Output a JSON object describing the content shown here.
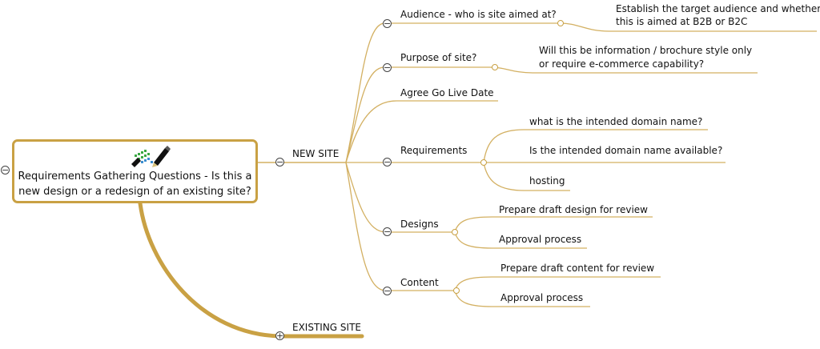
{
  "root": {
    "title_line1": "Requirements Gathering Questions - Is this a",
    "title_line2": "new design or a redesign of an existing site?",
    "icon": "checklist-pen-icon"
  },
  "branches": {
    "new_site": "NEW SITE",
    "existing_site": "EXISTING SITE"
  },
  "topics": {
    "audience": "Audience - who is site aimed at?",
    "audience_note_1": "Establish the target audience and whether",
    "audience_note_2": "this is aimed at B2B or B2C",
    "purpose": "Purpose of site?",
    "purpose_note_1": "Will this be information / brochure style only",
    "purpose_note_2": "or require e-commerce capability?",
    "golive": "Agree Go Live Date",
    "requirements": "Requirements",
    "req_1": "what is the intended domain name?",
    "req_2": "Is the intended domain name available?",
    "req_3": "hosting",
    "designs": "Designs",
    "designs_1": "Prepare draft design for review",
    "designs_2": "Approval process",
    "content": "Content",
    "content_1": "Prepare draft content for review",
    "content_2": "Approval process"
  },
  "controls": {
    "collapse_symbol": "−",
    "expand_symbol": "+"
  },
  "colors": {
    "branch": "#c9a144",
    "thin_line": "#d3b062"
  }
}
